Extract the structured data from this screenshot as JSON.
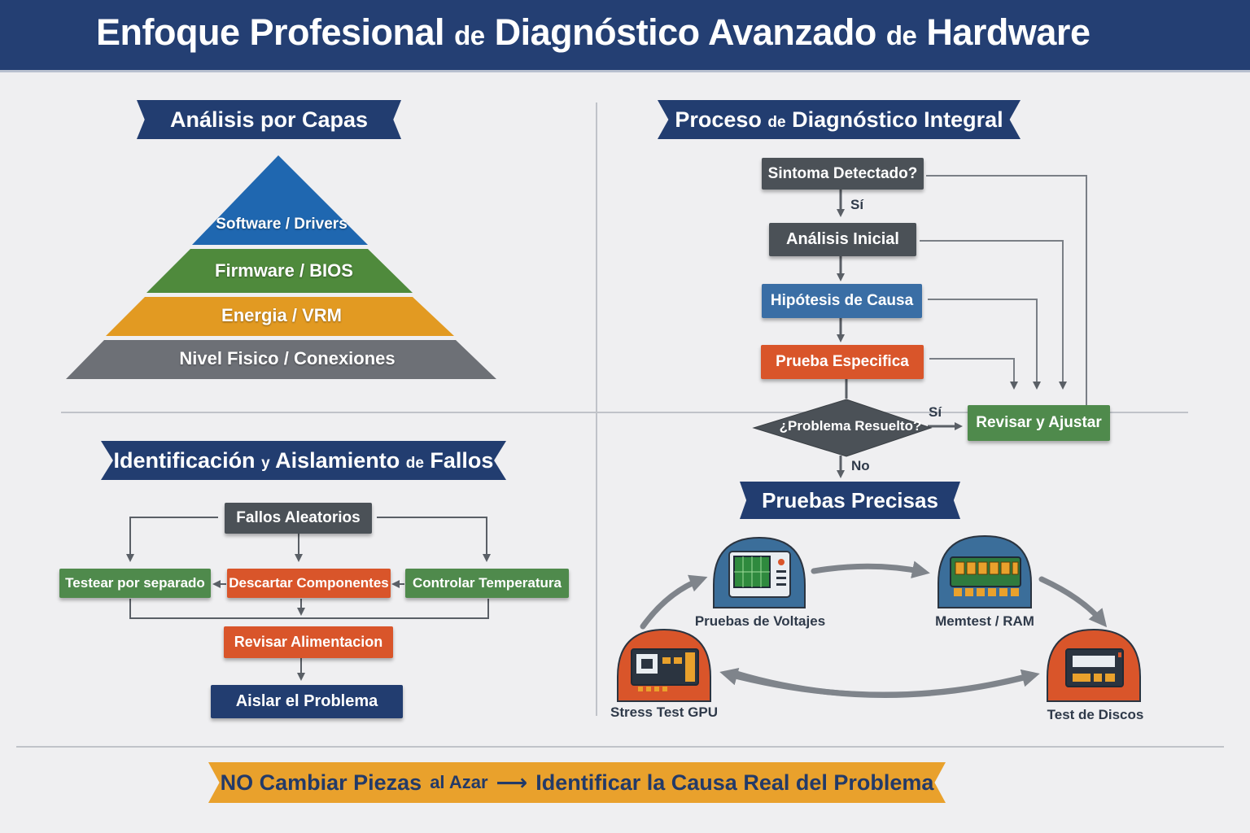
{
  "title": {
    "part1": "Enfoque Profesional",
    "part2": "de",
    "part3": "Diagnóstico Avanzado",
    "part4": "de",
    "part5": "Hardware"
  },
  "layers": {
    "heading": "Análisis por Capas",
    "levels": [
      {
        "label": "Software / Drivers",
        "color": "#1f67b0"
      },
      {
        "label": "Firmware / BIOS",
        "color": "#4f8a3c"
      },
      {
        "label": "Energia / VRM",
        "color": "#e29a22"
      },
      {
        "label": "Nivel Fisico / Conexiones",
        "color": "#6d7076"
      }
    ]
  },
  "process": {
    "heading_a": "Proceso",
    "heading_b": "de",
    "heading_c": "Diagnóstico Integral",
    "step1": "Sintoma Detectado?",
    "yes1": "Sí",
    "step2": "Análisis Inicial",
    "step3": "Hipótesis de Causa",
    "step4": "Prueba Especifica",
    "decision": "¿Problema Resuelto?",
    "yes2": "Sí",
    "no": "No",
    "adjust": "Revisar y Ajustar"
  },
  "isolation": {
    "heading_a": "Identificación",
    "heading_b": "y",
    "heading_c": "Aislamiento",
    "heading_d": "de",
    "heading_e": "Fallos",
    "random": "Fallos Aleatorios",
    "separate": "Testear por separado",
    "discard": "Descartar Componentes",
    "temperature": "Controlar Temperatura",
    "power": "Revisar Alimentacion",
    "isolate": "Aislar el Problema"
  },
  "tests": {
    "heading": "Pruebas Precisas",
    "items": [
      {
        "label": "Pruebas de Voltajes",
        "icon": "oscilloscope-icon",
        "color": "#3b6e9a"
      },
      {
        "label": "Memtest / RAM",
        "icon": "ram-module-icon",
        "color": "#3b6e9a"
      },
      {
        "label": "Test de Discos",
        "icon": "hard-drive-icon",
        "color": "#d9552a"
      },
      {
        "label": "Stress Test GPU",
        "icon": "gpu-card-icon",
        "color": "#d9552a"
      }
    ]
  },
  "banner": {
    "part1": "NO Cambiar Piezas",
    "part2": "al Azar",
    "arrow": "⟶",
    "part3": "Identificar la Causa Real del Problema"
  }
}
